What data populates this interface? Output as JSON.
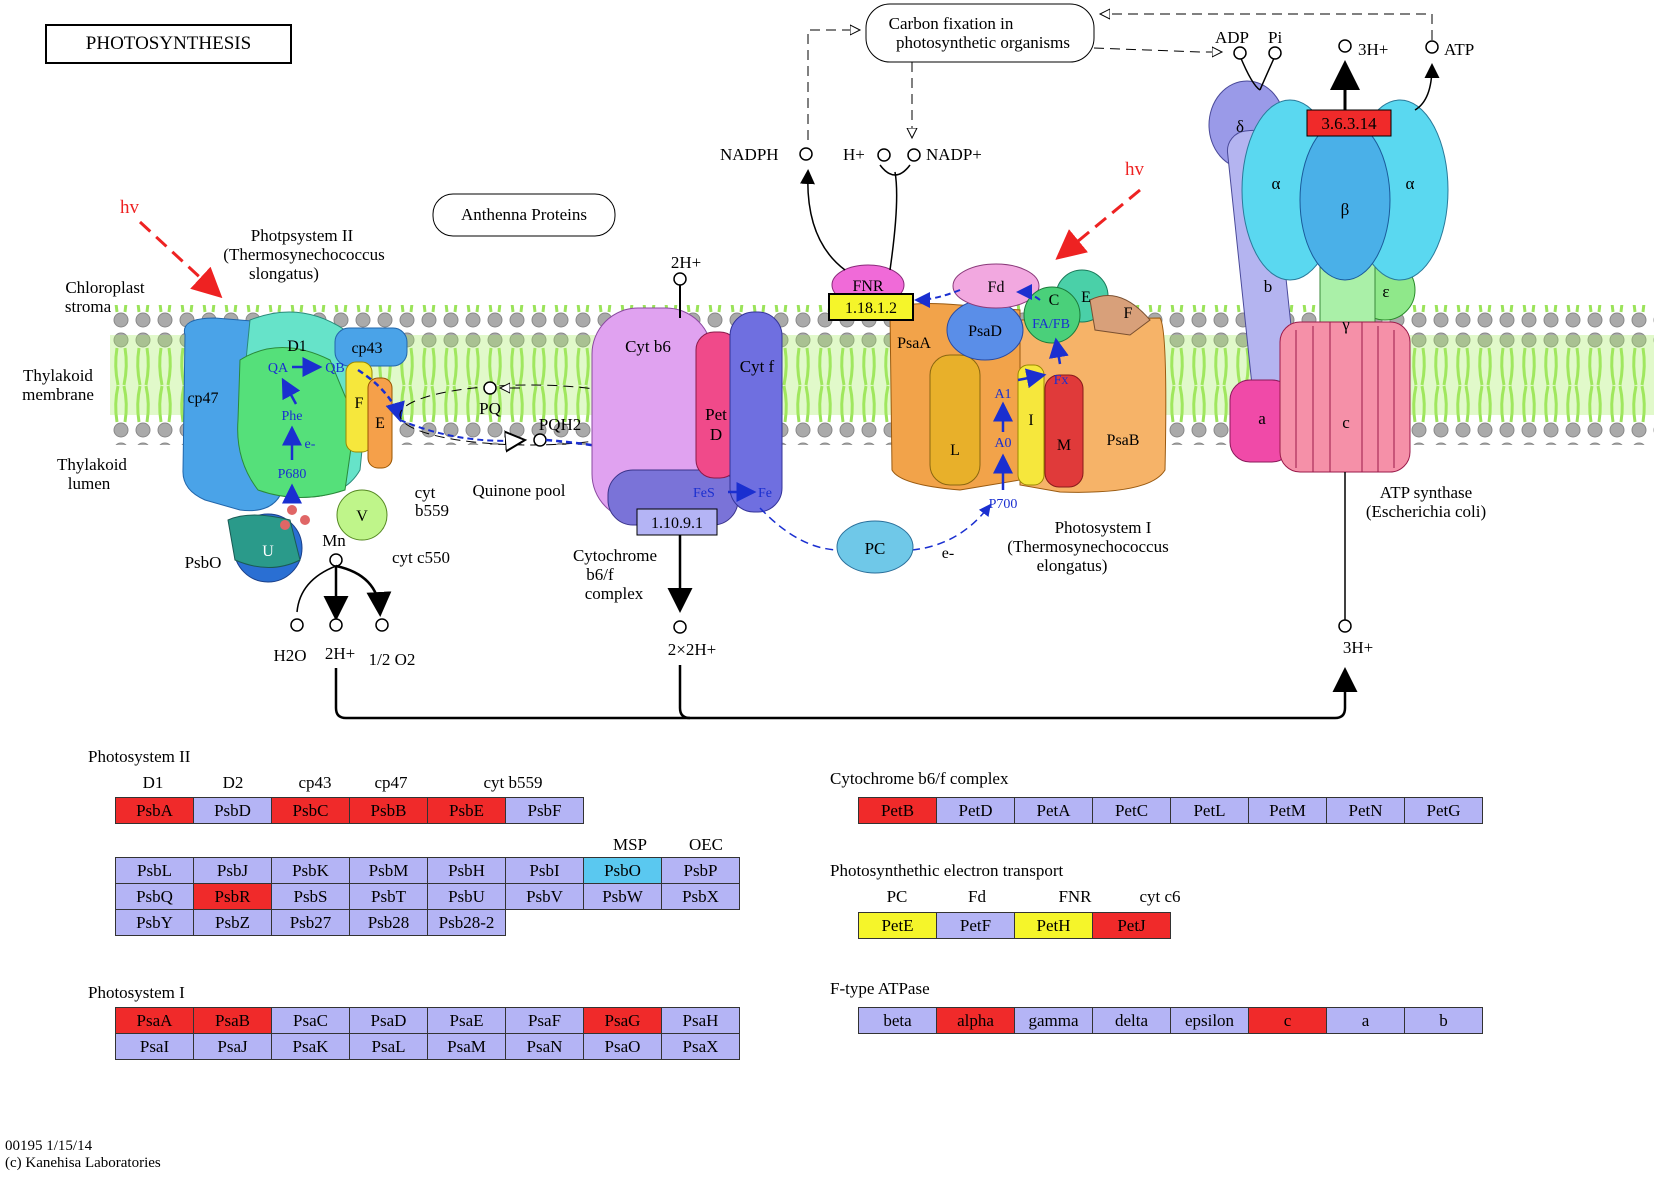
{
  "title": "PHOTOSYNTHESIS",
  "colors": {
    "red": "#f02a2a",
    "lavender": "#b4b4f5",
    "yellow": "#f5f52a",
    "cyan": "#5ac8f0",
    "green_band": "#aaee66"
  },
  "diagram": {
    "regions": [
      "Chloroplast",
      "stroma",
      "Thylakoid",
      "membrane",
      "Thylakoid",
      "lumen"
    ],
    "hv": "hv",
    "ps2_caption": [
      "Photpsystem II",
      "(Thermosynechococcus",
      "slongatus)"
    ],
    "ps2_parts": {
      "d1": "D1",
      "cp43": "cp43",
      "cp47": "cp47",
      "f": "F",
      "e": "E",
      "u": "U",
      "v": "V",
      "psbo": "PsbO",
      "mn": "Mn",
      "qa": "QA",
      "qb": "QB",
      "phe": "Phe",
      "eminus": "e-",
      "p680": "P680",
      "cytb559": [
        "cyt",
        "b559"
      ],
      "cytc550": "cyt c550"
    },
    "water": {
      "h2o": "H2O",
      "h": "2H+",
      "o2": "1/2 O2"
    },
    "antenna": "Anthenna Proteins",
    "quinone": {
      "pq": "PQ",
      "pqh2": "PQH2",
      "pool": "Quinone pool"
    },
    "cytb6f": {
      "cytb6": "Cyt b6",
      "petd": [
        "Pet",
        "D"
      ],
      "cytf": "Cyt f",
      "fes": "FeS",
      "fe": "Fe",
      "ec": "1.10.9.1",
      "h_in": "2H+",
      "h_out": "2×2H+",
      "caption": [
        "Cytochrome",
        "b6/f",
        "complex"
      ]
    },
    "pc": {
      "label": "PC",
      "eminus": "e-"
    },
    "ps1": {
      "fnr": "FNR",
      "fnr_ec": "1.18.1.2",
      "fd": "Fd",
      "c": "C",
      "e": "E",
      "f": "F",
      "psaa": "PsaA",
      "psad": "PsaD",
      "fafb": "FA/FB",
      "fx": "Fx",
      "a1": "A1",
      "a0": "A0",
      "p700": "P700",
      "l": "L",
      "i": "I",
      "m": "M",
      "psab": "PsaB",
      "caption": [
        "Photosystem I",
        "(Thermosynechococcus",
        "elongatus)"
      ]
    },
    "nadp": {
      "nadph": "NADPH",
      "h": "H+",
      "nadp": "NADP+"
    },
    "carbon": [
      "Carbon fixation in",
      "photosynthetic organisms"
    ],
    "atp": {
      "adp": "ADP",
      "pi": "Pi",
      "h3_top": "3H+",
      "atp": "ATP",
      "ec": "3.6.3.14",
      "delta": "δ",
      "alpha": "α",
      "beta": "β",
      "gamma": "γ",
      "epsilon": "ε",
      "b": "b",
      "a": "a",
      "c": "c",
      "caption": [
        "ATP synthase",
        "(Escherichia coli)"
      ],
      "h3_bottom": "3H+"
    }
  },
  "gene_groups": {
    "ps2": {
      "title": "Photosystem II",
      "labels": [
        "D1",
        "D2",
        "cp43",
        "cp47",
        "cyt b559",
        "MSP",
        "OEC"
      ],
      "row1": [
        [
          "PsbA",
          "red"
        ],
        [
          "PsbD",
          "lavender"
        ],
        [
          "PsbC",
          "red"
        ],
        [
          "PsbB",
          "red"
        ],
        [
          "PsbE",
          "red"
        ],
        [
          "PsbF",
          "lavender"
        ]
      ],
      "grid": [
        [
          [
            "PsbL",
            "lavender"
          ],
          [
            "PsbJ",
            "lavender"
          ],
          [
            "PsbK",
            "lavender"
          ],
          [
            "PsbM",
            "lavender"
          ],
          [
            "PsbH",
            "lavender"
          ],
          [
            "PsbI",
            "lavender"
          ],
          [
            "PsbO",
            "cyan"
          ],
          [
            "PsbP",
            "lavender"
          ]
        ],
        [
          [
            "PsbQ",
            "lavender"
          ],
          [
            "PsbR",
            "red"
          ],
          [
            "PsbS",
            "lavender"
          ],
          [
            "PsbT",
            "lavender"
          ],
          [
            "PsbU",
            "lavender"
          ],
          [
            "PsbV",
            "lavender"
          ],
          [
            "PsbW",
            "lavender"
          ],
          [
            "PsbX",
            "lavender"
          ]
        ],
        [
          [
            "PsbY",
            "lavender"
          ],
          [
            "PsbZ",
            "lavender"
          ],
          [
            "Psb27",
            "lavender"
          ],
          [
            "Psb28",
            "lavender"
          ],
          [
            "Psb28-2",
            "lavender"
          ]
        ]
      ]
    },
    "ps1": {
      "title": "Photosystem I",
      "grid": [
        [
          [
            "PsaA",
            "red"
          ],
          [
            "PsaB",
            "red"
          ],
          [
            "PsaC",
            "lavender"
          ],
          [
            "PsaD",
            "lavender"
          ],
          [
            "PsaE",
            "lavender"
          ],
          [
            "PsaF",
            "lavender"
          ],
          [
            "PsaG",
            "red"
          ],
          [
            "PsaH",
            "lavender"
          ]
        ],
        [
          [
            "PsaI",
            "lavender"
          ],
          [
            "PsaJ",
            "lavender"
          ],
          [
            "PsaK",
            "lavender"
          ],
          [
            "PsaL",
            "lavender"
          ],
          [
            "PsaM",
            "lavender"
          ],
          [
            "PsaN",
            "lavender"
          ],
          [
            "PsaO",
            "lavender"
          ],
          [
            "PsaX",
            "lavender"
          ]
        ]
      ]
    },
    "cytb6f": {
      "title": "Cytochrome b6/f complex",
      "row": [
        [
          "PetB",
          "red"
        ],
        [
          "PetD",
          "lavender"
        ],
        [
          "PetA",
          "lavender"
        ],
        [
          "PetC",
          "lavender"
        ],
        [
          "PetL",
          "lavender"
        ],
        [
          "PetM",
          "lavender"
        ],
        [
          "PetN",
          "lavender"
        ],
        [
          "PetG",
          "lavender"
        ]
      ]
    },
    "pet": {
      "title": "Photosynthethic electron transport",
      "labels": [
        "PC",
        "Fd",
        "FNR",
        "cyt c6"
      ],
      "row": [
        [
          "PetE",
          "yellow"
        ],
        [
          "PetF",
          "lavender"
        ],
        [
          "PetH",
          "yellow"
        ],
        [
          "PetJ",
          "red"
        ]
      ]
    },
    "atpase": {
      "title": "F-type ATPase",
      "row": [
        [
          "beta",
          "lavender"
        ],
        [
          "alpha",
          "red"
        ],
        [
          "gamma",
          "lavender"
        ],
        [
          "delta",
          "lavender"
        ],
        [
          "epsilon",
          "lavender"
        ],
        [
          "c",
          "red"
        ],
        [
          "a",
          "lavender"
        ],
        [
          "b",
          "lavender"
        ]
      ]
    }
  },
  "footer": {
    "map_id": "00195 1/15/14",
    "copyright": "(c) Kanehisa Laboratories"
  }
}
